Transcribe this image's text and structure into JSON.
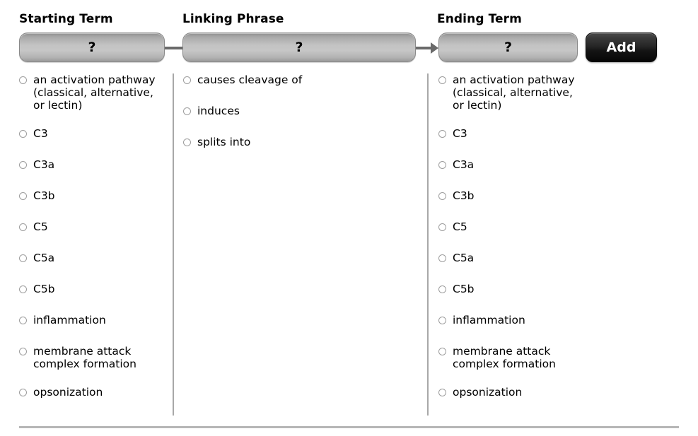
{
  "columns": {
    "starting": {
      "header": "Starting Term",
      "selector_label": "?",
      "options": [
        "an activation pathway\n(classical, alternative,\nor lectin)",
        "C3",
        "C3a",
        "C3b",
        "C5",
        "C5a",
        "C5b",
        "inflammation",
        "membrane attack\ncomplex formation",
        "opsonization"
      ]
    },
    "linking": {
      "header": "Linking Phrase",
      "selector_label": "?",
      "options": [
        "causes cleavage of",
        "induces",
        "splits into"
      ]
    },
    "ending": {
      "header": "Ending Term",
      "selector_label": "?",
      "options": [
        "an activation pathway\n(classical, alternative,\nor lectin)",
        "C3",
        "C3a",
        "C3b",
        "C5",
        "C5a",
        "C5b",
        "inflammation",
        "membrane attack\ncomplex formation",
        "opsonization"
      ]
    }
  },
  "actions": {
    "add_label": "Add"
  },
  "colors": {
    "selector_gradient_top": "#8f8f8f",
    "selector_gradient_mid": "#c6c6c6",
    "add_button_dark": "#060606",
    "add_button_light": "#4a4a4a",
    "divider": "#a8a8a8",
    "connector": "#6a6a6a",
    "bottom_rule": "#b6b6b6",
    "radio_border": "#9d9d9d"
  }
}
